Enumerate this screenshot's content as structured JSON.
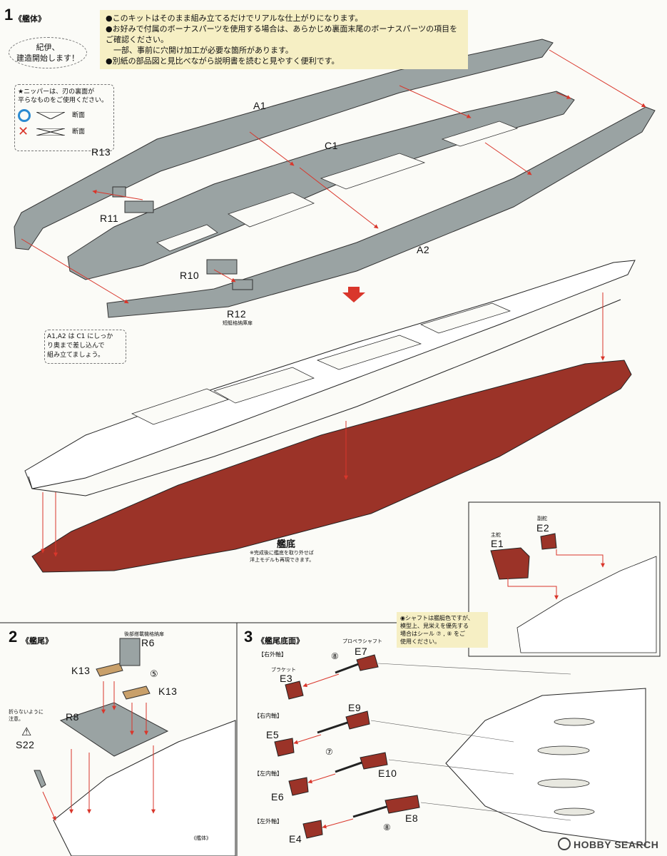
{
  "colors": {
    "hull_gray": "#9aa3a3",
    "hull_red": "#9b3328",
    "note_bg": "#f6efc4",
    "accent_red": "#d9362b",
    "accent_blue": "#2a8ad1"
  },
  "step1": {
    "number": "1",
    "title": "《艦体》",
    "notes": [
      "●このキットはそのまま組み立てるだけでリアルな仕上がりになります。",
      "●お好みで付属のボーナスパーツを使用する場合は、あらかじめ裏面末尾のボーナスパーツの項目をご確認ください。",
      "　一部、事前に穴開け加工が必要な箇所があります。",
      "●別紙の部品図と見比べながら説明書を読むと見やすく便利です。"
    ],
    "bubble": [
      "紀伊、",
      "建造開始します！"
    ],
    "nipper": {
      "title": [
        "★ニッパーは、刃の裏面が",
        "平らなものをご使用ください。"
      ],
      "good_label": "断面",
      "bad_label": "断面"
    },
    "side_note": [
      "A1,A2 は C1 にしっか",
      "り奥まで差し込んで",
      "組み立てましょう。"
    ],
    "parts": {
      "A1": "A1",
      "C1": "C1",
      "A2": "A2",
      "R13": "R13",
      "R11": "R11",
      "R10": "R10",
      "R12": "R12",
      "R12_caption": "短艇格納庫扉"
    },
    "hull_bottom": {
      "label": "艦底",
      "notes": [
        "※完成後に艦底を取り外せば",
        "洋上モデルも再現できます。"
      ]
    },
    "rudder": {
      "E1_caption": "主舵",
      "E1": "E1",
      "E2_caption": "副舵",
      "E2": "E2"
    }
  },
  "step2": {
    "number": "2",
    "title": "《艦尾》",
    "R6_caption": "後部搭載機格納扉",
    "R6": "R6",
    "K13a": "K13",
    "K13b": "K13",
    "seal5": "⑤",
    "R8": "R8",
    "warning": [
      "折らないように",
      "注意。"
    ],
    "S22": "S22",
    "hull_label": "《艦体》"
  },
  "step3": {
    "number": "3",
    "title": "《艦尾底面》",
    "shaft_note": [
      "◉シャフトは艦艇色ですが、",
      "模型上、見栄えを優先する",
      "場合はシール ⑦ , ⑧ をご",
      "使用ください。"
    ],
    "propeller_caption": "プロペラシャフト",
    "bracket_caption": "ブラケット",
    "groups": [
      {
        "title": "【右外軸】",
        "shaft": "E7",
        "bracket": "E3",
        "seal": "⑧"
      },
      {
        "title": "【右内軸】",
        "shaft": "E9",
        "bracket": "E5",
        "seal": "⑦"
      },
      {
        "title": "【左内軸】",
        "shaft": "E10",
        "bracket": "E6",
        "seal": ""
      },
      {
        "title": "【左外軸】",
        "shaft": "E8",
        "bracket": "E4",
        "seal": "⑧"
      }
    ]
  },
  "watermark": "HOBBY SEARCH"
}
